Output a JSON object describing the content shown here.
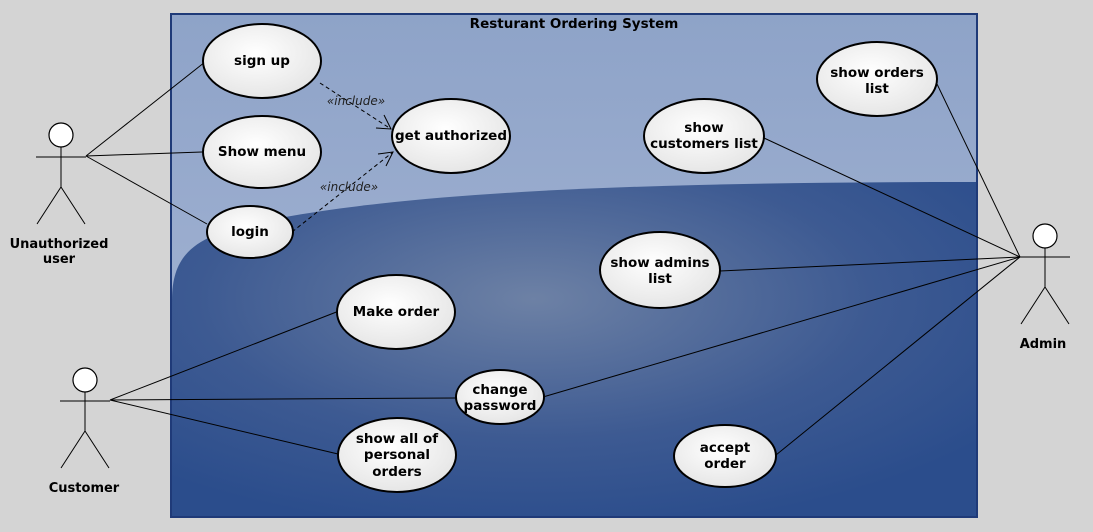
{
  "system": {
    "title": "Resturant Ordering System"
  },
  "actors": {
    "unauthorized": {
      "label_lines": [
        "Unauthorized",
        "user"
      ]
    },
    "customer": {
      "label_lines": [
        "Customer"
      ]
    },
    "admin": {
      "label_lines": [
        "Admin"
      ]
    }
  },
  "use_cases": {
    "sign_up": {
      "lines": [
        "sign up"
      ]
    },
    "show_menu": {
      "lines": [
        "Show menu"
      ]
    },
    "login": {
      "lines": [
        "login"
      ]
    },
    "get_authorized": {
      "lines": [
        "get authorized"
      ]
    },
    "make_order": {
      "lines": [
        "Make order"
      ]
    },
    "change_password": {
      "lines": [
        "change",
        "password"
      ]
    },
    "show_personal_orders": {
      "lines": [
        "show all of",
        "personal",
        "orders"
      ]
    },
    "show_customers_list": {
      "lines": [
        "show",
        "customers list"
      ]
    },
    "show_admins_list": {
      "lines": [
        "show admins",
        "list"
      ]
    },
    "show_orders_list": {
      "lines": [
        "show orders",
        "list"
      ]
    },
    "accept_order": {
      "lines": [
        "accept",
        "order"
      ]
    }
  },
  "relations": {
    "include_label": "«include»"
  }
}
